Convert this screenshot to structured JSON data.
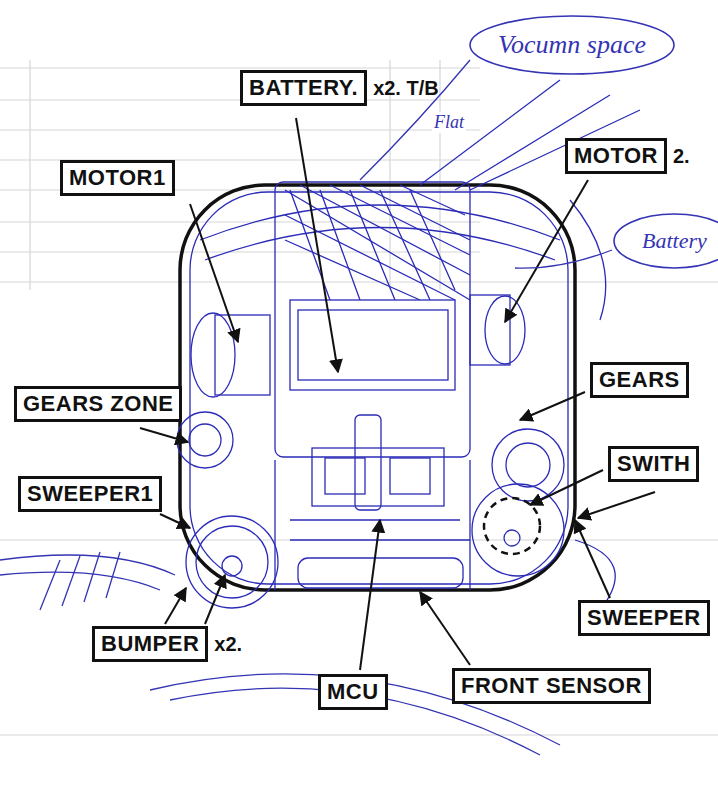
{
  "diagram": {
    "nodes": [
      {
        "text": [
          "BATTERY.",
          "x2. T/B"
        ]
      },
      {
        "text": [
          "Vocumn space"
        ]
      },
      {
        "text": [
          "MOTOR1"
        ]
      },
      {
        "text": [
          "MOTOR",
          "2."
        ]
      },
      {
        "text": [
          "Battery"
        ]
      },
      {
        "text": [
          "GEARS ZONE"
        ]
      },
      {
        "text": [
          "GEARS"
        ]
      },
      {
        "text": [
          "SWITH"
        ]
      },
      {
        "text": [
          "SWEEPER1"
        ]
      },
      {
        "text": [
          "SWEEPER"
        ]
      },
      {
        "text": [
          "BUMPER",
          "x2."
        ]
      },
      {
        "text": [
          "MCU"
        ]
      },
      {
        "text": [
          "FRONT SENSOR"
        ]
      }
    ],
    "labels": [
      "Flat"
    ]
  }
}
